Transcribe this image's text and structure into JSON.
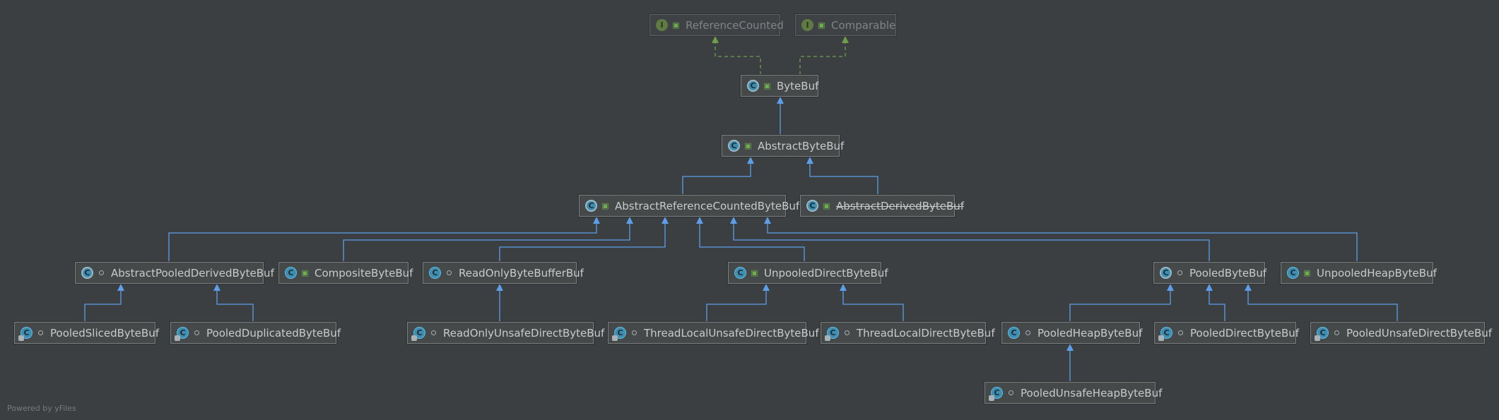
{
  "diagram": {
    "footer": "Powered by yFiles",
    "nodes": [
      {
        "id": "ReferenceCounted",
        "label": "ReferenceCounted",
        "badge": "I",
        "kind": "interface",
        "visibility": "public"
      },
      {
        "id": "Comparable",
        "label": "Comparable",
        "badge": "I",
        "kind": "interface",
        "visibility": "public"
      },
      {
        "id": "ByteBuf",
        "label": "ByteBuf",
        "badge": "C",
        "kind": "abstract",
        "visibility": "public"
      },
      {
        "id": "AbstractByteBuf",
        "label": "AbstractByteBuf",
        "badge": "C",
        "kind": "abstract",
        "visibility": "public"
      },
      {
        "id": "AbstractReferenceCountedByteBuf",
        "label": "AbstractReferenceCountedByteBuf",
        "badge": "C",
        "kind": "abstract",
        "visibility": "public"
      },
      {
        "id": "AbstractDerivedByteBuf",
        "label": "AbstractDerivedByteBuf",
        "badge": "C",
        "kind": "abstract",
        "visibility": "public",
        "deprecated": true
      },
      {
        "id": "AbstractPooledDerivedByteBuf",
        "label": "AbstractPooledDerivedByteBuf",
        "badge": "C",
        "kind": "abstract",
        "visibility": "package"
      },
      {
        "id": "CompositeByteBuf",
        "label": "CompositeByteBuf",
        "badge": "C",
        "kind": "class",
        "visibility": "public"
      },
      {
        "id": "ReadOnlyByteBufferBuf",
        "label": "ReadOnlyByteBufferBuf",
        "badge": "C",
        "kind": "class",
        "visibility": "package"
      },
      {
        "id": "UnpooledDirectByteBuf",
        "label": "UnpooledDirectByteBuf",
        "badge": "C",
        "kind": "class",
        "visibility": "public"
      },
      {
        "id": "PooledByteBuf",
        "label": "PooledByteBuf",
        "badge": "C",
        "kind": "abstract",
        "visibility": "package"
      },
      {
        "id": "UnpooledHeapByteBuf",
        "label": "UnpooledHeapByteBuf",
        "badge": "C",
        "kind": "class",
        "visibility": "public"
      },
      {
        "id": "PooledSlicedByteBuf",
        "label": "PooledSlicedByteBuf",
        "badge": "C",
        "kind": "final",
        "visibility": "package"
      },
      {
        "id": "PooledDuplicatedByteBuf",
        "label": "PooledDuplicatedByteBuf",
        "badge": "C",
        "kind": "final",
        "visibility": "package"
      },
      {
        "id": "ReadOnlyUnsafeDirectByteBuf",
        "label": "ReadOnlyUnsafeDirectByteBuf",
        "badge": "C",
        "kind": "final",
        "visibility": "package"
      },
      {
        "id": "ThreadLocalUnsafeDirectByteBuf",
        "label": "ThreadLocalUnsafeDirectByteBuf",
        "badge": "C",
        "kind": "final",
        "visibility": "package"
      },
      {
        "id": "ThreadLocalDirectByteBuf",
        "label": "ThreadLocalDirectByteBuf",
        "badge": "C",
        "kind": "final",
        "visibility": "package"
      },
      {
        "id": "PooledHeapByteBuf",
        "label": "PooledHeapByteBuf",
        "badge": "C",
        "kind": "class",
        "visibility": "package"
      },
      {
        "id": "PooledDirectByteBuf",
        "label": "PooledDirectByteBuf",
        "badge": "C",
        "kind": "final",
        "visibility": "package"
      },
      {
        "id": "PooledUnsafeDirectByteBuf",
        "label": "PooledUnsafeDirectByteBuf",
        "badge": "C",
        "kind": "final",
        "visibility": "package"
      },
      {
        "id": "PooledUnsafeHeapByteBuf",
        "label": "PooledUnsafeHeapByteBuf",
        "badge": "C",
        "kind": "final",
        "visibility": "package"
      }
    ],
    "edges": [
      {
        "from": "ByteBuf",
        "to": "ReferenceCounted",
        "type": "implements"
      },
      {
        "from": "ByteBuf",
        "to": "Comparable",
        "type": "implements"
      },
      {
        "from": "AbstractByteBuf",
        "to": "ByteBuf",
        "type": "extends"
      },
      {
        "from": "AbstractReferenceCountedByteBuf",
        "to": "AbstractByteBuf",
        "type": "extends"
      },
      {
        "from": "AbstractDerivedByteBuf",
        "to": "AbstractByteBuf",
        "type": "extends"
      },
      {
        "from": "AbstractPooledDerivedByteBuf",
        "to": "AbstractReferenceCountedByteBuf",
        "type": "extends"
      },
      {
        "from": "CompositeByteBuf",
        "to": "AbstractReferenceCountedByteBuf",
        "type": "extends"
      },
      {
        "from": "ReadOnlyByteBufferBuf",
        "to": "AbstractReferenceCountedByteBuf",
        "type": "extends"
      },
      {
        "from": "UnpooledDirectByteBuf",
        "to": "AbstractReferenceCountedByteBuf",
        "type": "extends"
      },
      {
        "from": "PooledByteBuf",
        "to": "AbstractReferenceCountedByteBuf",
        "type": "extends"
      },
      {
        "from": "UnpooledHeapByteBuf",
        "to": "AbstractReferenceCountedByteBuf",
        "type": "extends"
      },
      {
        "from": "PooledSlicedByteBuf",
        "to": "AbstractPooledDerivedByteBuf",
        "type": "extends"
      },
      {
        "from": "PooledDuplicatedByteBuf",
        "to": "AbstractPooledDerivedByteBuf",
        "type": "extends"
      },
      {
        "from": "ReadOnlyUnsafeDirectByteBuf",
        "to": "ReadOnlyByteBufferBuf",
        "type": "extends"
      },
      {
        "from": "ThreadLocalUnsafeDirectByteBuf",
        "to": "UnpooledDirectByteBuf",
        "type": "extends"
      },
      {
        "from": "ThreadLocalDirectByteBuf",
        "to": "UnpooledDirectByteBuf",
        "type": "extends"
      },
      {
        "from": "PooledHeapByteBuf",
        "to": "PooledByteBuf",
        "type": "extends"
      },
      {
        "from": "PooledDirectByteBuf",
        "to": "PooledByteBuf",
        "type": "extends"
      },
      {
        "from": "PooledUnsafeDirectByteBuf",
        "to": "PooledByteBuf",
        "type": "extends"
      },
      {
        "from": "PooledUnsafeHeapByteBuf",
        "to": "PooledHeapByteBuf",
        "type": "extends"
      }
    ],
    "colors": {
      "background": "#3c3f41",
      "extends_edge": "#5c9ee8",
      "implements_edge": "#6e9e4a",
      "node_fill": "#45494a",
      "node_border": "#7b7f80"
    }
  }
}
